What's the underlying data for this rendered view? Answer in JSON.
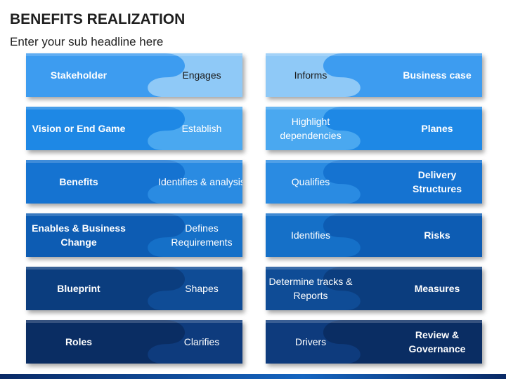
{
  "header": {
    "title": "BENEFITS REALIZATION",
    "subtitle": "Enter your sub headline here"
  },
  "rows": [
    {
      "left": {
        "outer": "Stakeholder",
        "inner": "Engages"
      },
      "right": {
        "inner": "Informs",
        "outer": "Business case"
      },
      "colors": {
        "dark": "#3d9cf0",
        "light": "#8fc9f7",
        "text_dark": "#ffffff",
        "text_light": "#1a1a1a"
      }
    },
    {
      "left": {
        "outer": "Vision or End Game",
        "inner": "Establish"
      },
      "right": {
        "inner": "Highlight dependencies",
        "outer": "Planes"
      },
      "colors": {
        "dark": "#1e88e5",
        "light": "#4aa8f0",
        "text_dark": "#ffffff",
        "text_light": "#ffffff"
      }
    },
    {
      "left": {
        "outer": "Benefits",
        "inner": "Identifies & analysis"
      },
      "right": {
        "inner": "Qualifies",
        "outer": "Delivery Structures"
      },
      "colors": {
        "dark": "#1573d1",
        "light": "#2a8be2",
        "text_dark": "#ffffff",
        "text_light": "#ffffff"
      }
    },
    {
      "left": {
        "outer": "Enables & Business Change",
        "inner": "Defines Requirements"
      },
      "right": {
        "inner": "Identifies",
        "outer": "Risks"
      },
      "colors": {
        "dark": "#0d5cb3",
        "light": "#1570c8",
        "text_dark": "#ffffff",
        "text_light": "#ffffff"
      }
    },
    {
      "left": {
        "outer": "Blueprint",
        "inner": "Shapes"
      },
      "right": {
        "inner": "Determine tracks & Reports",
        "outer": "Measures"
      },
      "colors": {
        "dark": "#0b3d7e",
        "light": "#0f4c96",
        "text_dark": "#ffffff",
        "text_light": "#ffffff"
      }
    },
    {
      "left": {
        "outer": "Roles",
        "inner": "Clarifies"
      },
      "right": {
        "inner": "Drivers",
        "outer": "Review & Governance"
      },
      "colors": {
        "dark": "#0a2d63",
        "light": "#0e3b7d",
        "text_dark": "#ffffff",
        "text_light": "#ffffff"
      }
    }
  ]
}
